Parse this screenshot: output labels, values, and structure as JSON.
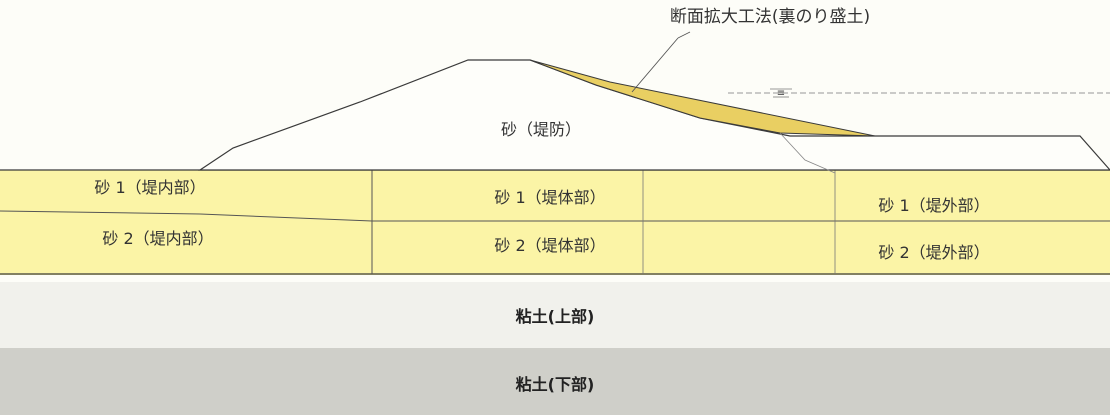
{
  "diagram": {
    "callout_label": "断面拡大工法(裏のり盛土)",
    "water_level_symbol": "≡",
    "embankment_label": "砂（堤防）",
    "layers": {
      "sand1_inner": "砂 1（堤内部）",
      "sand2_inner": "砂 2（堤内部）",
      "sand1_body": "砂 1（堤体部）",
      "sand2_body": "砂 2（堤体部）",
      "sand1_outer": "砂 1（堤外部）",
      "sand2_outer": "砂 2（堤外部）",
      "clay_upper": "粘土(上部)",
      "clay_lower": "粘土(下部)"
    }
  },
  "colors": {
    "sand_layer": "#fbf4a6",
    "fill_highlight": "#e9cf62",
    "clay_upper": "#f1f1ec",
    "clay_lower": "#cfcfc9",
    "embankment": "#fefefa",
    "line": "#3a3a3a"
  }
}
